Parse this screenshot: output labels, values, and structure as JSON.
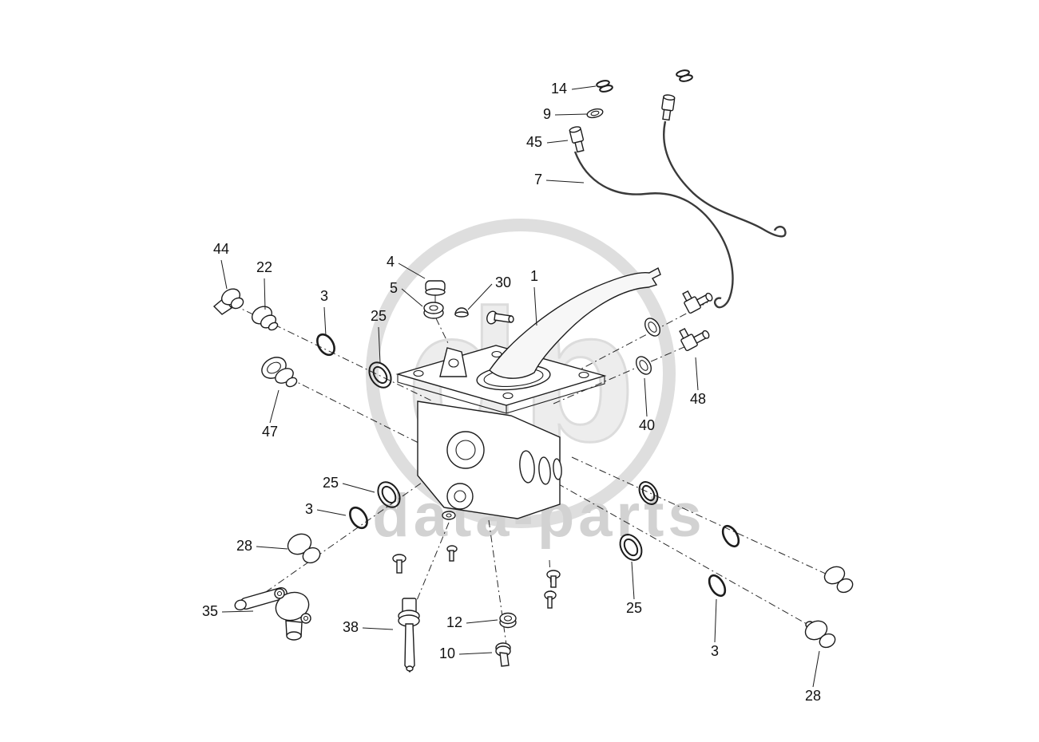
{
  "watermark": {
    "text": "data-parts",
    "logo_text": "dp",
    "text_color": "#d2d2d2",
    "logo_color": "#dedede"
  },
  "page": {
    "background_color": "#ffffff",
    "line_color": "#1c1c1c"
  },
  "callouts": [
    {
      "label": "14"
    },
    {
      "label": "9"
    },
    {
      "label": "45"
    },
    {
      "label": "7"
    },
    {
      "label": "44"
    },
    {
      "label": "22"
    },
    {
      "label": "3"
    },
    {
      "label": "4"
    },
    {
      "label": "5"
    },
    {
      "label": "30"
    },
    {
      "label": "1"
    },
    {
      "label": "25"
    },
    {
      "label": "47"
    },
    {
      "label": "40"
    },
    {
      "label": "48"
    },
    {
      "label": "25"
    },
    {
      "label": "3"
    },
    {
      "label": "28"
    },
    {
      "label": "35"
    },
    {
      "label": "38"
    },
    {
      "label": "12"
    },
    {
      "label": "10"
    },
    {
      "label": "25"
    },
    {
      "label": "3"
    },
    {
      "label": "28"
    }
  ]
}
